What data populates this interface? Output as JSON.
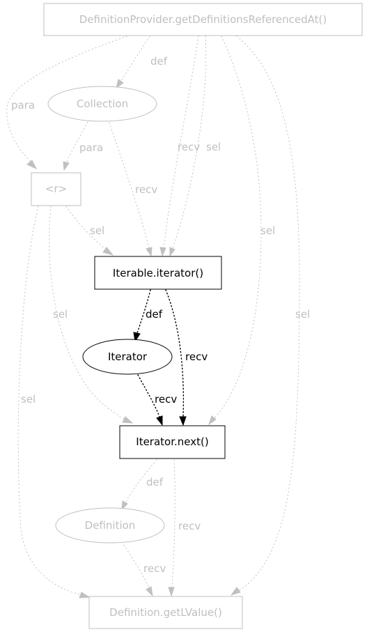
{
  "nodes": {
    "provider": {
      "label": "DefinitionProvider.getDefinitionsReferencedAt()"
    },
    "collection": {
      "label": "Collection"
    },
    "r": {
      "label": "<r>"
    },
    "iterable_iterator": {
      "label": "Iterable.iterator()"
    },
    "iterator": {
      "label": "Iterator"
    },
    "iterator_next": {
      "label": "Iterator.next()"
    },
    "definition": {
      "label": "Definition"
    },
    "get_lvalue": {
      "label": "Definition.getLValue()"
    }
  },
  "edges": {
    "provider_collection": "def",
    "provider_r": "para",
    "collection_r": "para",
    "collection_iterable": "recv",
    "provider_iterable_recv": "recv",
    "provider_iterable_sel": "sel",
    "r_iterable": "sel",
    "provider_next": "sel",
    "r_next": "sel",
    "iterable_iterator": "def",
    "iterable_next": "recv",
    "iterator_next": "recv",
    "provider_lvalue": "sel",
    "r_lvalue": "sel",
    "next_definition": "def",
    "next_lvalue": "recv",
    "definition_lvalue": "recv"
  }
}
